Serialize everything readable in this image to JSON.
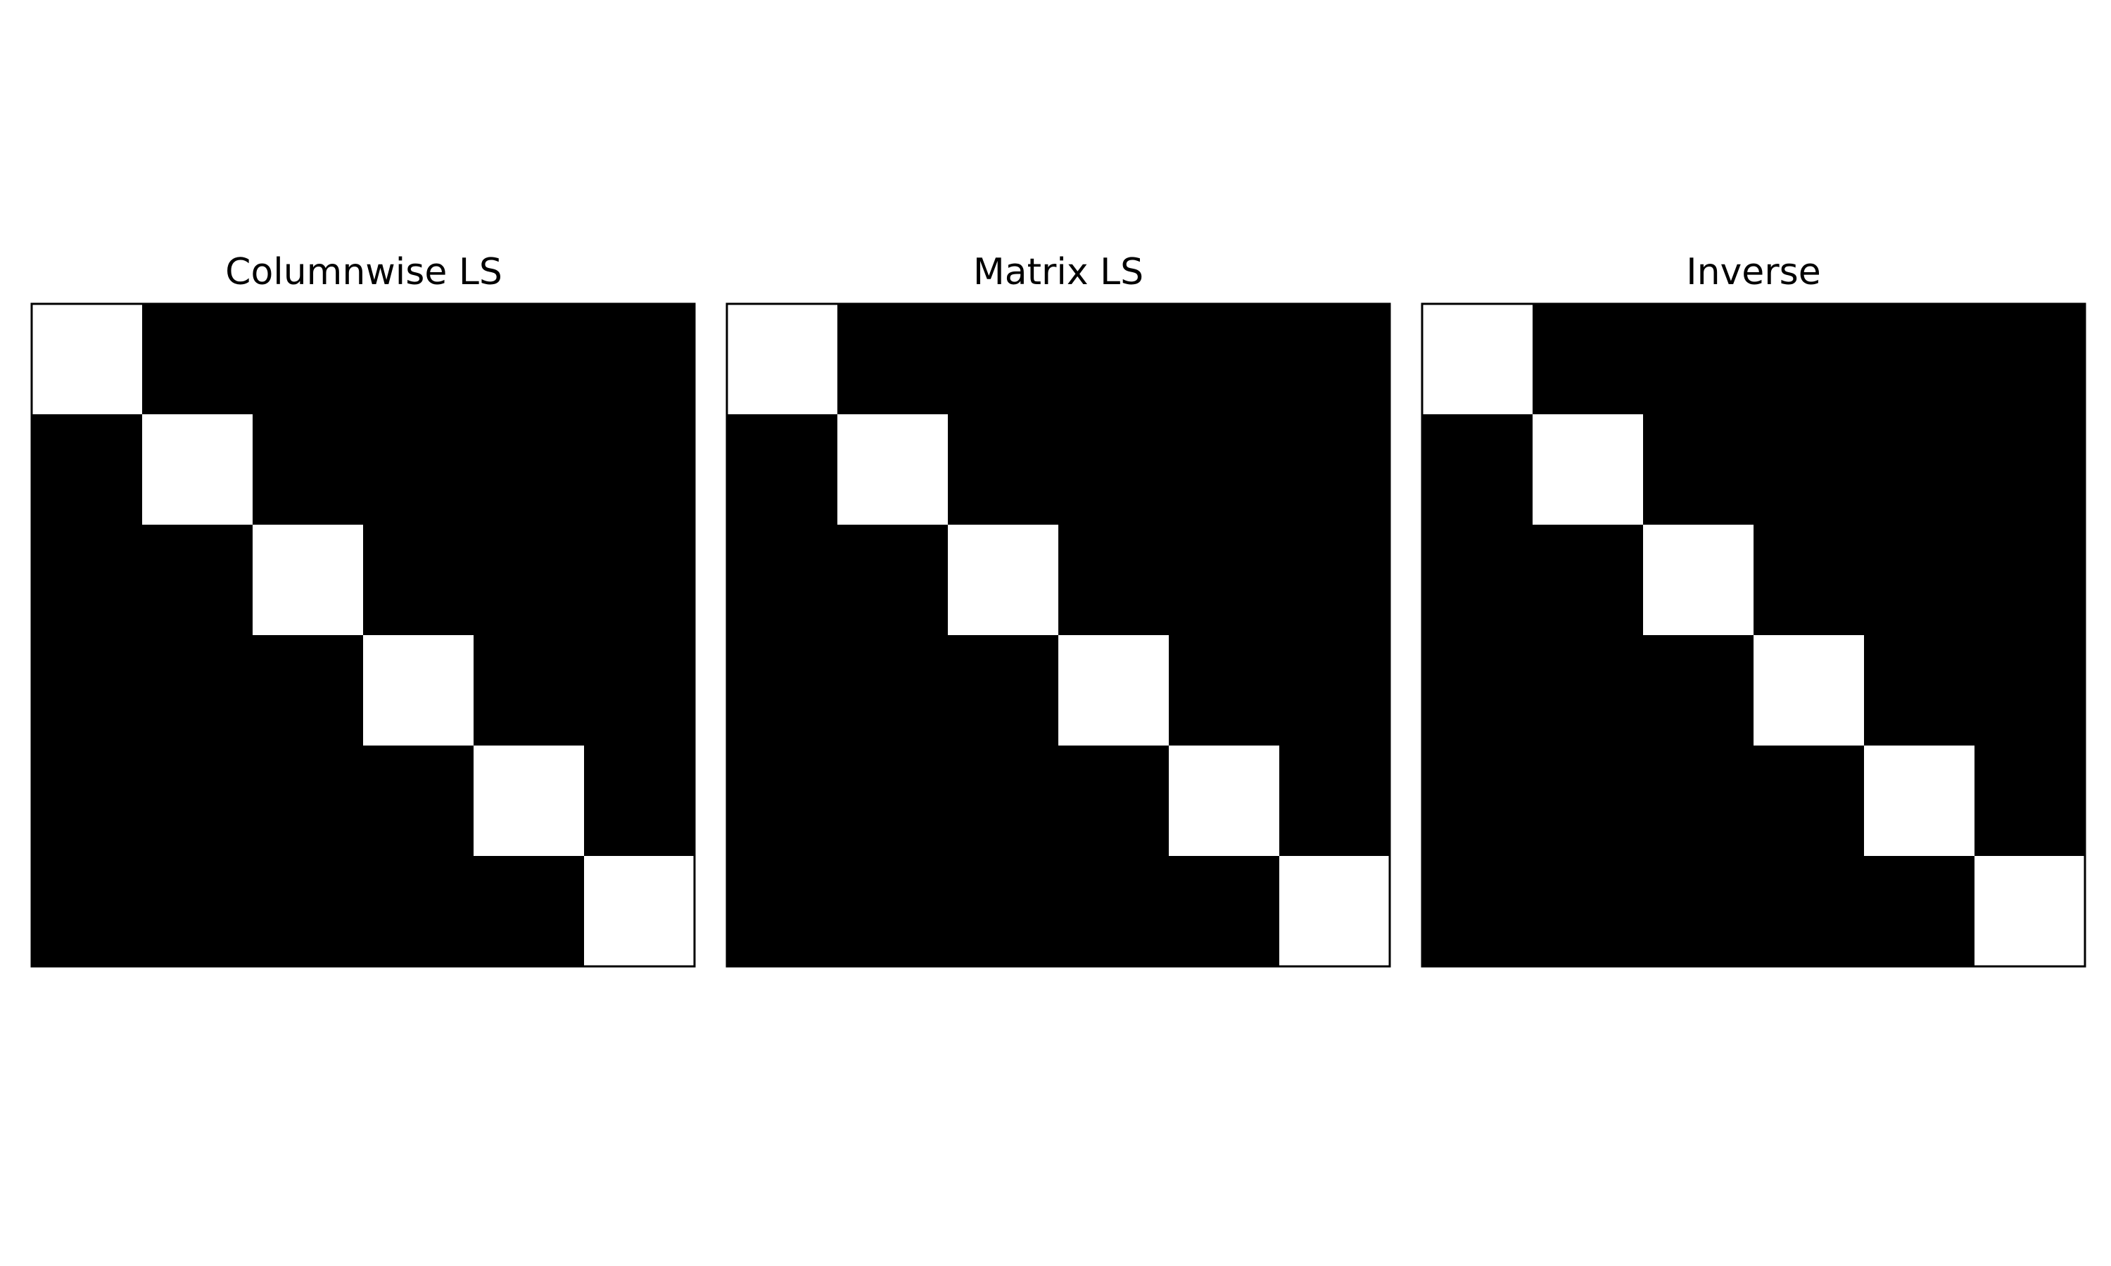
{
  "chart_data": [
    {
      "type": "heatmap",
      "title": "Columnwise LS",
      "xlabel": "",
      "ylabel": "",
      "grid": false,
      "colormap": "gray",
      "values": [
        [
          1,
          0,
          0,
          0,
          0,
          0
        ],
        [
          0,
          1,
          0,
          0,
          0,
          0
        ],
        [
          0,
          0,
          1,
          0,
          0,
          0
        ],
        [
          0,
          0,
          0,
          1,
          0,
          0
        ],
        [
          0,
          0,
          0,
          0,
          1,
          0
        ],
        [
          0,
          0,
          0,
          0,
          0,
          1
        ]
      ]
    },
    {
      "type": "heatmap",
      "title": "Matrix LS",
      "xlabel": "",
      "ylabel": "",
      "grid": false,
      "colormap": "gray",
      "values": [
        [
          1,
          0,
          0,
          0,
          0,
          0
        ],
        [
          0,
          1,
          0,
          0,
          0,
          0
        ],
        [
          0,
          0,
          1,
          0,
          0,
          0
        ],
        [
          0,
          0,
          0,
          1,
          0,
          0
        ],
        [
          0,
          0,
          0,
          0,
          1,
          0
        ],
        [
          0,
          0,
          0,
          0,
          0,
          1
        ]
      ]
    },
    {
      "type": "heatmap",
      "title": "Inverse",
      "xlabel": "",
      "ylabel": "",
      "grid": false,
      "colormap": "gray",
      "values": [
        [
          1,
          0,
          0,
          0,
          0,
          0
        ],
        [
          0,
          1,
          0,
          0,
          0,
          0
        ],
        [
          0,
          0,
          1,
          0,
          0,
          0
        ],
        [
          0,
          0,
          0,
          1,
          0,
          0
        ],
        [
          0,
          0,
          0,
          0,
          1,
          0
        ],
        [
          0,
          0,
          0,
          0,
          0,
          1
        ]
      ]
    }
  ],
  "colors": {
    "low": "#000000",
    "high": "#ffffff",
    "frame": "#000000",
    "background": "#ffffff"
  }
}
